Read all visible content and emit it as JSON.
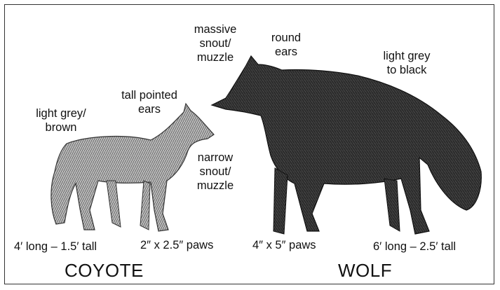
{
  "coyote": {
    "name": "COYOTE",
    "coat": [
      "light grey/",
      "brown"
    ],
    "ears": [
      "tall pointed",
      "ears"
    ],
    "snout": [
      "narrow",
      "snout/",
      "muzzle"
    ],
    "size": "4′ long – 1.5′ tall",
    "paws": "2″ x 2.5″ paws"
  },
  "wolf": {
    "name": "WOLF",
    "snout": [
      "massive",
      "snout/",
      "muzzle"
    ],
    "ears": [
      "round",
      "ears"
    ],
    "coat": [
      "light grey",
      "to black"
    ],
    "paws": "4″ x 5″ paws",
    "size": "6′ long – 2.5′ tall"
  },
  "colors": {
    "fur_light": "#9a9a9a",
    "fur_dark": "#2e2e2e",
    "ink": "#111111"
  }
}
